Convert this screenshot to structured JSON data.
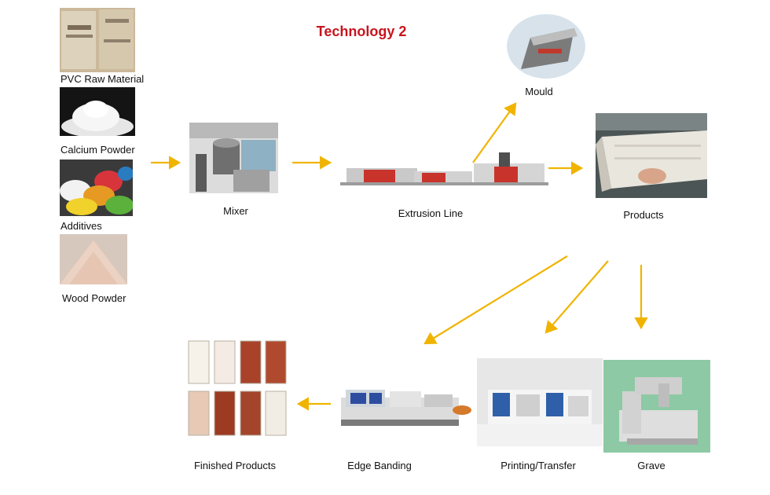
{
  "title": "Technology 2",
  "raw_materials": [
    {
      "label": "PVC Raw Material",
      "icon": "pvc-bags-photo"
    },
    {
      "label": "Calcium Powder",
      "icon": "calcium-powder-photo"
    },
    {
      "label": "Additives",
      "icon": "additives-photo"
    },
    {
      "label": "Wood Powder",
      "icon": "wood-powder-photo"
    }
  ],
  "stages": {
    "mixer": "Mixer",
    "extrusion": "Extrusion Line",
    "mould": "Mould",
    "products": "Products",
    "grave": "Grave",
    "printing": "Printing/Transfer",
    "edge": "Edge Banding",
    "finished": "Finished Products"
  },
  "colors": {
    "arrow": "#f0b400",
    "title": "#c8141e"
  }
}
